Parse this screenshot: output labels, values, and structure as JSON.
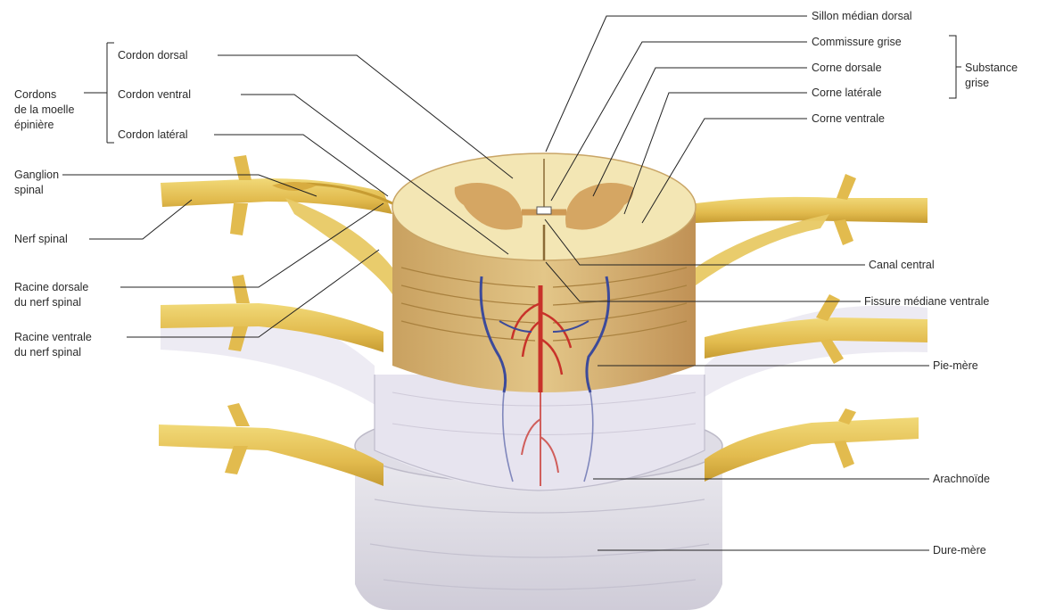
{
  "labels": {
    "left": {
      "group_title": [
        "Cordons",
        "de la moelle",
        "épinière"
      ],
      "cordon_dorsal": "Cordon dorsal",
      "cordon_ventral": "Cordon ventral",
      "cordon_lateral": "Cordon latéral",
      "ganglion": [
        "Ganglion",
        "spinal"
      ],
      "nerf_spinal": "Nerf spinal",
      "racine_dorsale": [
        "Racine dorsale",
        "du nerf spinal"
      ],
      "racine_ventrale": [
        "Racine ventrale",
        "du nerf spinal"
      ]
    },
    "right": {
      "sillon_median_dorsal": "Sillon médian dorsal",
      "commissure_grise": "Commissure grise",
      "corne_dorsale": "Corne dorsale",
      "corne_laterale": "Corne latérale",
      "corne_ventrale": "Corne ventrale",
      "substance_grise": [
        "Substance",
        "grise"
      ],
      "canal_central": "Canal central",
      "fissure_mediane_ventrale": "Fissure médiane ventrale",
      "pie_mere": "Pie-mère",
      "arachnoide": "Arachnoïde",
      "dure_mere": "Dure-mère"
    }
  },
  "colors": {
    "nerve": "#e6c45a",
    "white_matter": "#f3e6b4",
    "gray_matter": "#cf9a55",
    "cord_side": "#d9b775",
    "meninges": "#e4e3ea",
    "artery": "#c8322a",
    "vein": "#3c4a9a"
  }
}
